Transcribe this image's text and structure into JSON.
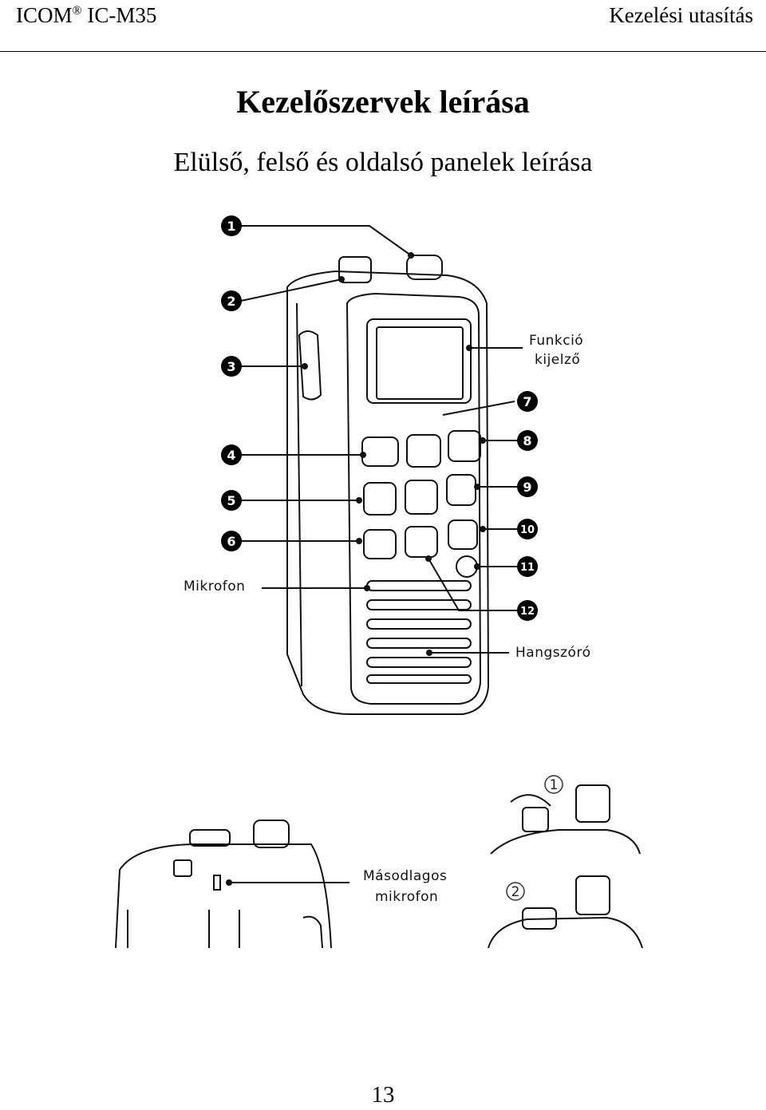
{
  "header": {
    "brand": "ICOM",
    "registered_mark": "®",
    "model": "IC-M35",
    "doc_title": "Kezelési utasítás"
  },
  "title": "Kezelőszervek leírása",
  "subtitle": "Elülső, felső és oldalsó panelek leírása",
  "front_diagram": {
    "callouts": [
      "1",
      "2",
      "3",
      "4",
      "5",
      "6",
      "7",
      "8",
      "9",
      "10",
      "11",
      "12"
    ],
    "labels": {
      "display": [
        "Funkció",
        "kijelző"
      ],
      "microphone": "Mikrofon",
      "speaker": "Hangszóró"
    }
  },
  "top_diagram": {
    "labels": {
      "secondary_mic": [
        "Másodlagos",
        "mikrofon"
      ]
    }
  },
  "antenna_diagram": {
    "steps": [
      "1",
      "2"
    ]
  },
  "page_number": "13"
}
